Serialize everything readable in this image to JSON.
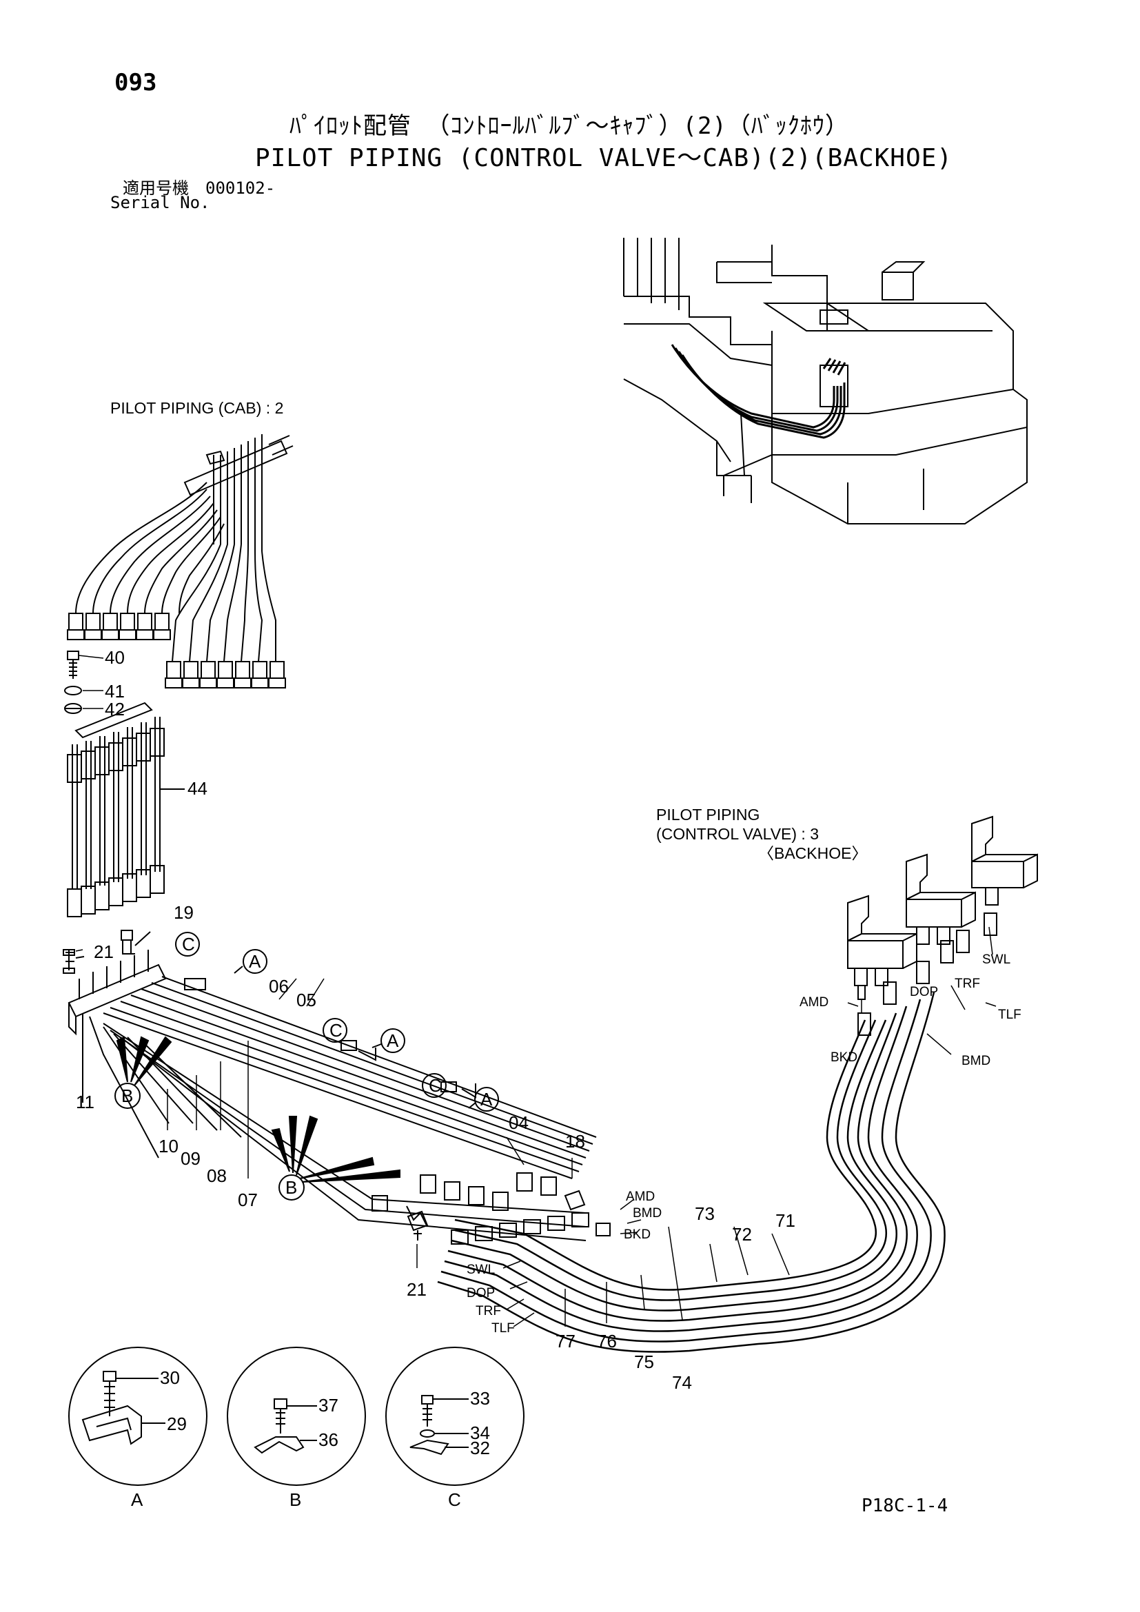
{
  "header": {
    "page_no": "093",
    "title_jp": "ﾊﾟｲﾛｯﾄ配管 （ｺﾝﾄﾛｰﾙﾊﾞﾙﾌﾞ～ｷｬﾌﾞ）(2)（ﾊﾞｯｸﾎｳ）",
    "title_en": "PILOT PIPING (CONTROL VALVE～CAB)(2)(BACKHOE)",
    "serial_jp": "適用号機　000102-",
    "serial_en": "Serial No."
  },
  "captions": {
    "cab_piping": "PILOT PIPING (CAB) : 2",
    "cv_piping_1": "PILOT PIPING",
    "cv_piping_2": "(CONTROL VALVE) : 3",
    "cv_piping_3": "〈BACKHOE〉"
  },
  "part_numbers": {
    "p40": "40",
    "p41": "41",
    "p42": "42",
    "p44": "44",
    "p19": "19",
    "p21a": "21",
    "p11": "11",
    "p10": "10",
    "p09": "09",
    "p08": "08",
    "p07": "07",
    "p06": "06",
    "p05": "05",
    "p04": "04",
    "p18": "18",
    "p21b": "21",
    "p71": "71",
    "p72": "72",
    "p73": "73",
    "p74": "74",
    "p75": "75",
    "p76": "76",
    "p77": "77",
    "p30": "30",
    "p29": "29",
    "p37": "37",
    "p36": "36",
    "p33": "33",
    "p34": "34",
    "p32": "32"
  },
  "port_labels": {
    "amd_top": "AMD",
    "bkd_top": "BKD",
    "dop_top": "DOP",
    "trf_top": "TRF",
    "swl_top": "SWL",
    "tlf_top": "TLF",
    "bmd_top": "BMD",
    "amd_bot": "AMD",
    "bmd_bot": "BMD",
    "bkd_bot": "BKD",
    "swl_bot": "SWL",
    "dop_bot": "DOP",
    "trf_bot": "TRF",
    "tlf_bot": "TLF"
  },
  "callouts": {
    "c1": "C",
    "a1": "A",
    "c2": "C",
    "a2": "A",
    "c3": "C",
    "a3": "A",
    "b1": "B",
    "b2": "B"
  },
  "details": {
    "a": "A",
    "b": "B",
    "c": "C"
  },
  "footer": {
    "code": "P18C-1-4"
  }
}
